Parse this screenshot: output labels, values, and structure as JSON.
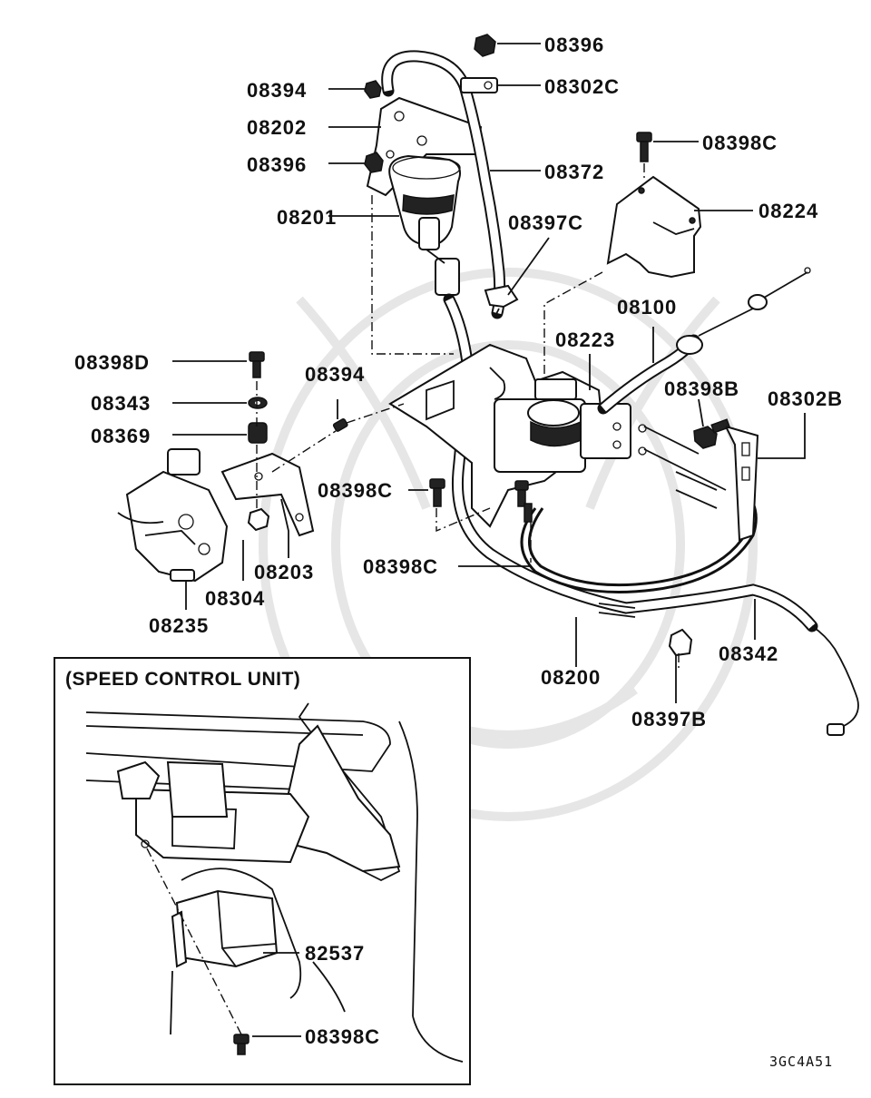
{
  "inset_title": "(SPEED CONTROL UNIT)",
  "figure_code": "3GC4A51",
  "labels": {
    "l08396_top": "08396",
    "l08302C": "08302C",
    "l08394_top": "08394",
    "l08202": "08202",
    "l08396_mid": "08396",
    "l08372": "08372",
    "l08398C_top": "08398C",
    "l08224": "08224",
    "l08201": "08201",
    "l08397C": "08397C",
    "l08100": "08100",
    "l08223": "08223",
    "l08398D": "08398D",
    "l08394_mid": "08394",
    "l08398B": "08398B",
    "l08302B": "08302B",
    "l08343": "08343",
    "l08369": "08369",
    "l08398C_mid": "08398C",
    "l08398C_low": "08398C",
    "l08203": "08203",
    "l08304": "08304",
    "l08235": "08235",
    "l08342": "08342",
    "l08200": "08200",
    "l08397B": "08397B",
    "l82537": "82537",
    "l08398C_inset": "08398C"
  }
}
